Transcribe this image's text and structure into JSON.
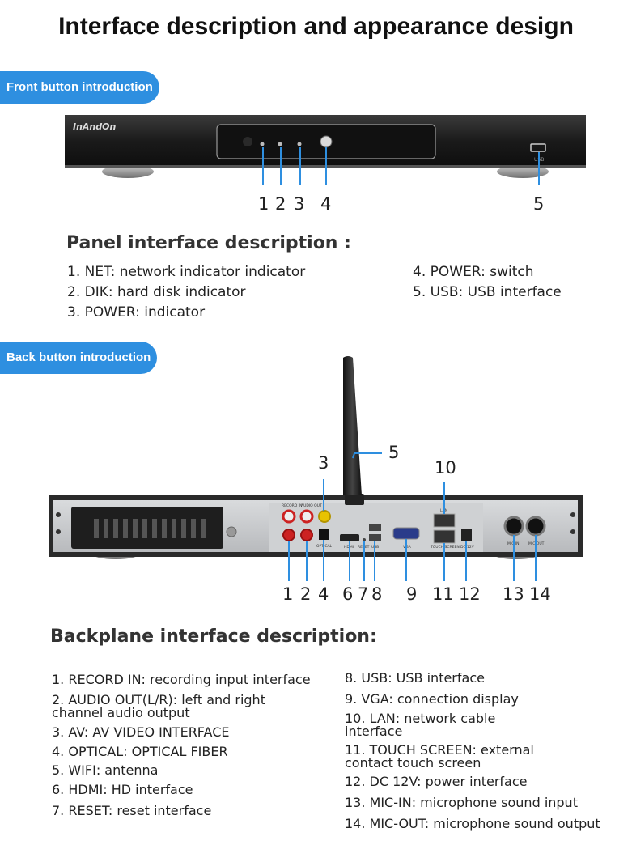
{
  "title": "Interface description and appearance design",
  "front_pill": "Front button introduction",
  "back_pill": "Back button introduction",
  "front_device": {
    "brand": "InAndOn",
    "usb_label": "USB",
    "callouts": [
      "1",
      "2",
      "3",
      "4",
      "5"
    ]
  },
  "panel": {
    "heading": "Panel interface description :",
    "items": [
      "1. NET: network indicator indicator",
      "2. DIK: hard disk indicator",
      "3. POWER: indicator",
      "4. POWER: switch",
      "5.  USB: USB interface"
    ]
  },
  "back_device": {
    "port_labels": [
      "RECORD IN",
      "AUDIO OUT",
      "OPTICAL",
      "HDMI",
      "RESET",
      "USB",
      "VGA",
      "LAN",
      "TOUCH SCREEN",
      "DC 12V",
      "MIC IN",
      "MIC OUT"
    ],
    "callouts": [
      "1",
      "2",
      "3",
      "4",
      "5",
      "6",
      "7",
      "8",
      "9",
      "10",
      "11",
      "12",
      "13",
      "14"
    ]
  },
  "backplane": {
    "heading": "Backplane interface description:",
    "left_items": [
      "1. RECORD IN: recording input interface",
      "2. AUDIO OUT(L/R): left and right channel audio output",
      "3. AV:  AV VIDEO INTERFACE",
      "4. OPTICAL: OPTICAL FIBER",
      "5. WIFI: antenna",
      "6.  HDMI: HD interface",
      "7.  RESET: reset interface"
    ],
    "right_items": [
      "8. USB: USB interface",
      "9. VGA: connection display",
      "10. LAN: network cable interface",
      "11. TOUCH SCREEN: external contact touch screen",
      "12. DC 12V: power interface",
      "13. MIC-IN: microphone sound input",
      "14.  MIC-OUT: microphone sound output"
    ]
  },
  "colors": {
    "accent": "#2e8fe0",
    "device_body": "#1c1c1c",
    "back_panel": "#c9cbce"
  }
}
